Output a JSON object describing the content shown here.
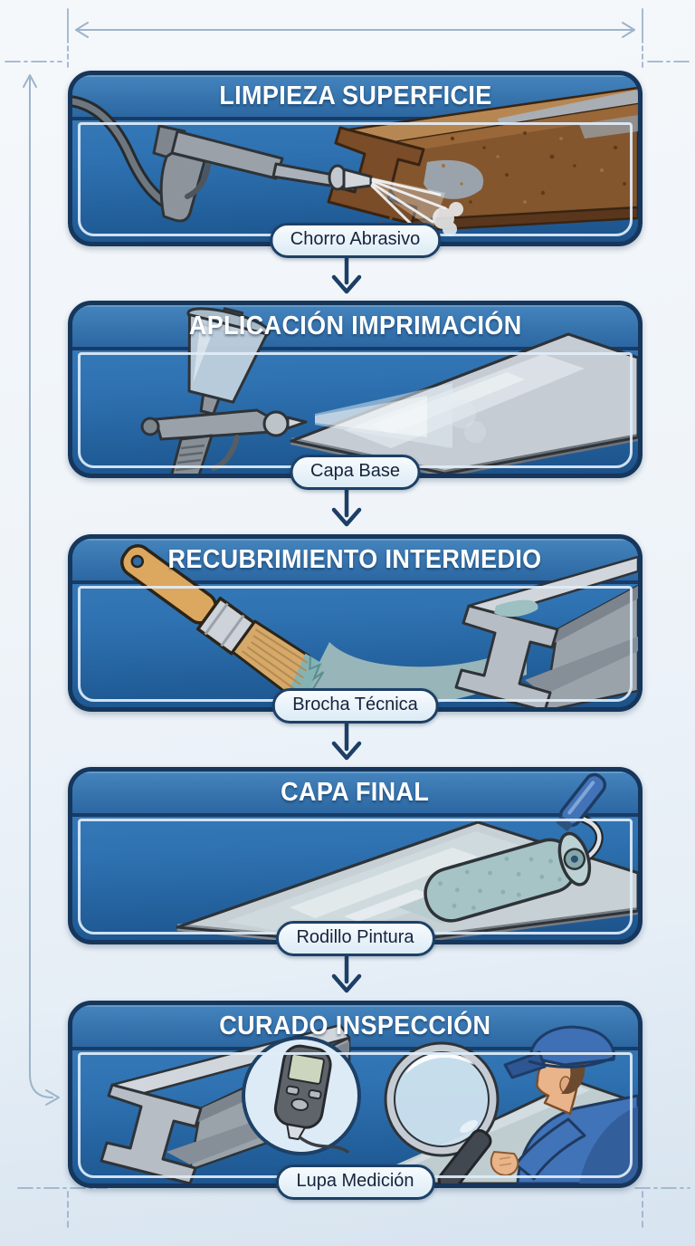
{
  "diagram": {
    "type": "process-flow-infographic",
    "language": "es",
    "subject": "steel-coating-process",
    "steps": [
      {
        "title": "LIMPIEZA SUPERFICIE",
        "tool_label": "Chorro Abrasivo",
        "illustration": "abrasive-blast-gun-cleaning-rusty-ibeam"
      },
      {
        "title": "APLICACIÓN IMPRIMACIÓN",
        "tool_label": "Capa Base",
        "illustration": "spray-gun-priming-steel-plate"
      },
      {
        "title": "RECUBRIMIENTO INTERMEDIO",
        "tool_label": "Brocha Técnica",
        "illustration": "brush-applying-coat-toward-ibeam"
      },
      {
        "title": "CAPA FINAL",
        "tool_label": "Rodillo Pintura",
        "illustration": "paint-roller-finishing-plate"
      },
      {
        "title": "CURADO INSPECCIÓN",
        "tool_label": "Lupa Medición",
        "illustration": "inspector-magnifier-thickness-gauge"
      }
    ],
    "connectors": {
      "count": 4,
      "style": "down-arrow"
    },
    "icons": [
      "blast-gun-icon",
      "spray-jet-icon",
      "grit-particles-icon",
      "rusty-ibeam-icon",
      "spray-gun-icon",
      "primer-spray-icon",
      "steel-plate-icon",
      "paint-brush-icon",
      "paint-stroke-icon",
      "steel-ibeam-icon",
      "paint-roller-icon",
      "coated-plate-icon",
      "thickness-gauge-icon",
      "magnifier-icon",
      "inspector-figure-icon",
      "flow-arrow-down-icon",
      "dimension-line-icon",
      "guide-arrow-icon"
    ],
    "colors": {
      "panel_border": "#16365c",
      "panel_header": "#2f6ba7",
      "panel_body_top": "#3a7fbe",
      "panel_body_bottom": "#1d5189",
      "inner_stroke": "#dfedf8",
      "title_text": "#ffffff",
      "pill_bg": "#f4f9fd",
      "pill_border": "#1d4066",
      "pill_text": "#16233c",
      "flow_arrow": "#1d3f66",
      "guide_lines": "#9db4cc",
      "background_top": "#f5f8fb",
      "background_bottom": "#d7e3ef",
      "rust": "#7b4c28",
      "steel": "#b6bdc4",
      "paint_teal": "#9cb8ba",
      "worker_blue": "#4173b8"
    }
  }
}
